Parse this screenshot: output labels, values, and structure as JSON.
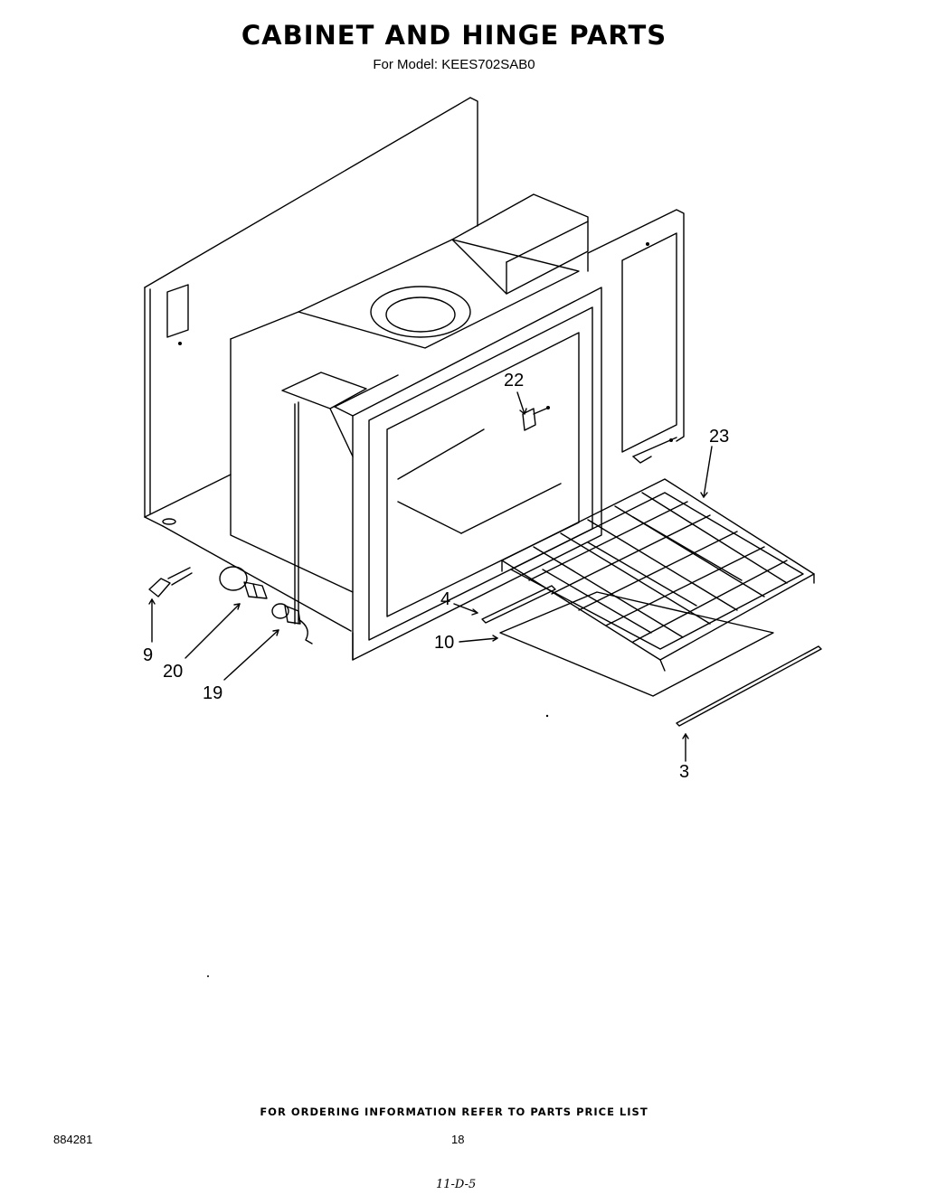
{
  "header": {
    "title": "CABINET AND HINGE PARTS",
    "subtitle": "For Model: KEES702SAB0"
  },
  "callouts": {
    "c22": "22",
    "c23": "23",
    "c4": "4",
    "c10": "10",
    "c9": "9",
    "c20": "20",
    "c19": "19",
    "c3": "3"
  },
  "footer": {
    "ordering_note": "FOR ORDERING INFORMATION REFER TO PARTS PRICE LIST",
    "doc_number": "884281",
    "page_number": "18",
    "handwritten_note": "11-D-5"
  }
}
